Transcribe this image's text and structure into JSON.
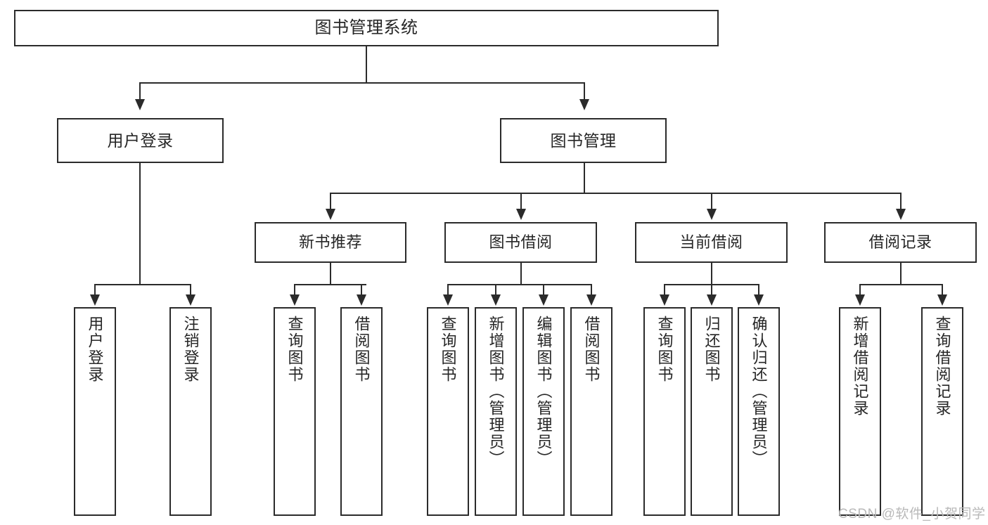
{
  "diagram": {
    "type": "tree-hierarchy-diagram",
    "title": "图书管理系统",
    "orientation": "top-down",
    "box_fill": "#ffffff",
    "box_stroke": "#2b2b2b",
    "text_color": "#262626",
    "background": "#ffffff"
  },
  "nodes": {
    "root": {
      "label": "图书管理系统"
    },
    "level2": [
      {
        "label": "用户登录"
      },
      {
        "label": "图书管理"
      }
    ],
    "level3": [
      {
        "label": "新书推荐"
      },
      {
        "label": "图书借阅"
      },
      {
        "label": "当前借阅"
      },
      {
        "label": "借阅记录"
      }
    ],
    "leaves": {
      "user_login": [
        {
          "label": "用户登录"
        },
        {
          "label": "注销登录"
        }
      ],
      "new_book_recommend": [
        {
          "label": "查询图书"
        },
        {
          "label": "借阅图书"
        }
      ],
      "book_borrow": [
        {
          "label": "查询图书"
        },
        {
          "label": "新增图书（管理员）"
        },
        {
          "label": "编辑图书（管理员）"
        },
        {
          "label": "借阅图书"
        }
      ],
      "current_borrow": [
        {
          "label": "查询图书"
        },
        {
          "label": "归还图书"
        },
        {
          "label": "确认归还（管理员）"
        }
      ],
      "borrow_record": [
        {
          "label": "新增借阅记录"
        },
        {
          "label": "查询借阅记录"
        }
      ]
    }
  },
  "watermark": {
    "text": "CSDN @软件_小贺同学"
  }
}
